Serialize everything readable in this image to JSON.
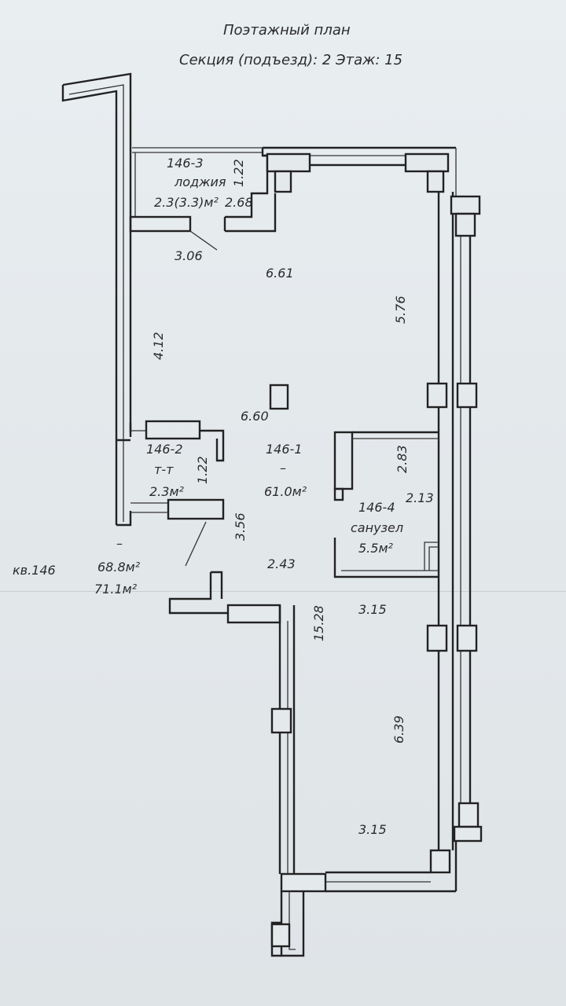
{
  "header": {
    "title": "Поэтажный план",
    "subtitle": "Секция (подъезд): 2  Этаж: 15"
  },
  "rooms": {
    "loggia": {
      "id": "146-3",
      "name": "лоджия",
      "area": "2.3(3.3)м²"
    },
    "toilet": {
      "id": "146-2",
      "name": "т-т",
      "area": "2.3м²"
    },
    "main": {
      "id": "146-1",
      "dash": "–",
      "area": "61.0м²"
    },
    "bath": {
      "id": "146-4",
      "name": "санузел",
      "area": "5.5м²"
    }
  },
  "apartment": {
    "label": "кв.146",
    "dash": "–",
    "area_living": "68.8м²",
    "area_total": "71.1м²"
  },
  "dimensions": {
    "d1": "1.22",
    "d2": "2.68",
    "d3": "3.06",
    "d4": "6.61",
    "d5": "5.76",
    "d6": "4.12",
    "d7": "6.60",
    "d8": "1.22",
    "d9": "2.83",
    "d10": "2.13",
    "d11": "3.56",
    "d12": "2.43",
    "d13": "3.15",
    "d14": "15.28",
    "d15": "6.39",
    "d16": "3.15"
  }
}
